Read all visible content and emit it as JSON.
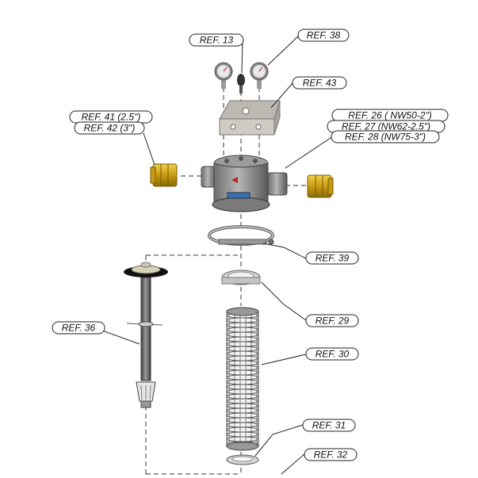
{
  "diagram": {
    "labels": {
      "ref13": "REF. 13",
      "ref38": "REF. 38",
      "ref43": "REF. 43",
      "ref41": "REF. 41 (2.5\")",
      "ref42": "REF. 42 (3\")",
      "ref26": "REF. 26 ( NW50-2\")",
      "ref27": "REF. 27 (NW62-2.5\")",
      "ref28": "REF. 28 (NW75-3\")",
      "ref39": "REF. 39",
      "ref29": "REF. 29",
      "ref36": "REF. 36",
      "ref30": "REF. 30",
      "ref31": "REF. 31",
      "ref32": "REF. 32"
    },
    "colors": {
      "housing": "#8c8c8c",
      "fitting_brass": "#d8b020",
      "gauge_face": "#e8e8e8",
      "bracket": "#c8c4bc",
      "screen": "#555555"
    }
  }
}
